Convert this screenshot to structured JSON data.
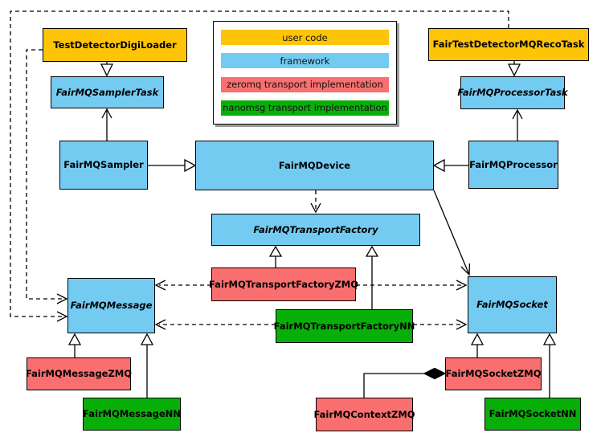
{
  "legend": {
    "items": [
      {
        "label": "user code",
        "color": "#FDC408"
      },
      {
        "label": "framework",
        "color": "#74CBF2"
      },
      {
        "label": "zeromq transport implementation",
        "color": "#F96F6F"
      },
      {
        "label": "nanomsg transport implementation",
        "color": "#08AF08"
      }
    ]
  },
  "nodes": {
    "test_detector_digi_loader": {
      "label": "TestDetectorDigiLoader",
      "category": "user code"
    },
    "fair_test_detector_mq_reco_task": {
      "label": "FairTestDetectorMQRecoTask",
      "category": "user code"
    },
    "fairmq_sampler_task": {
      "label": "FairMQSamplerTask",
      "category": "framework",
      "abstract": true
    },
    "fairmq_processor_task": {
      "label": "FairMQProcessorTask",
      "category": "framework",
      "abstract": true
    },
    "fairmq_sampler": {
      "label": "FairMQSampler",
      "category": "framework"
    },
    "fairmq_device": {
      "label": "FairMQDevice",
      "category": "framework"
    },
    "fairmq_processor": {
      "label": "FairMQProcessor",
      "category": "framework"
    },
    "fairmq_transport_factory": {
      "label": "FairMQTransportFactory",
      "category": "framework",
      "abstract": true
    },
    "fairmq_transport_factory_zmq": {
      "label": "FairMQTransportFactoryZMQ",
      "category": "zeromq transport implementation"
    },
    "fairmq_transport_factory_nn": {
      "label": "FairMQTransportFactoryNN",
      "category": "nanomsg transport implementation"
    },
    "fairmq_message": {
      "label": "FairMQMessage",
      "category": "framework",
      "abstract": true
    },
    "fairmq_socket": {
      "label": "FairMQSocket",
      "category": "framework",
      "abstract": true
    },
    "fairmq_message_zmq": {
      "label": "FairMQMessageZMQ",
      "category": "zeromq transport implementation"
    },
    "fairmq_message_nn": {
      "label": "FairMQMessageNN",
      "category": "nanomsg transport implementation"
    },
    "fairmq_context_zmq": {
      "label": "FairMQContextZMQ",
      "category": "zeromq transport implementation"
    },
    "fairmq_socket_zmq": {
      "label": "FairMQSocketZMQ",
      "category": "zeromq transport implementation"
    },
    "fairmq_socket_nn": {
      "label": "FairMQSocketNN",
      "category": "nanomsg transport implementation"
    }
  }
}
